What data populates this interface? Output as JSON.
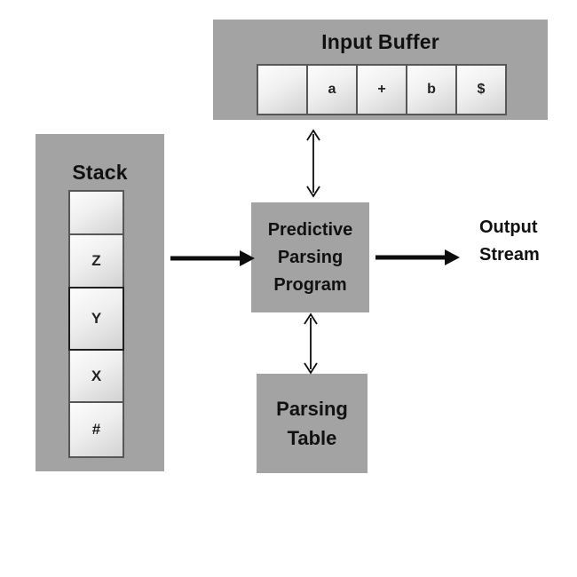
{
  "input_buffer": {
    "title": "Input Buffer",
    "cells": [
      "",
      "a",
      "+",
      "b",
      "$"
    ]
  },
  "stack": {
    "title": "Stack",
    "cells": [
      "",
      "Z",
      "Y",
      "X",
      "#"
    ]
  },
  "program": {
    "lines": [
      "Predictive",
      "Parsing",
      "Program"
    ]
  },
  "parsing_table": {
    "lines": [
      "Parsing",
      "Table"
    ]
  },
  "output": {
    "lines": [
      "Output",
      "Stream"
    ]
  },
  "colors": {
    "panel_gray": "#a3a3a3",
    "cell_border": "#575757",
    "highlight_cell_border": "#1f1f1f",
    "arrow_black": "#0d0d0d",
    "cell_gradient_light": "#fdfdfd",
    "cell_gradient_dark": "#d2d2d2",
    "text_black": "#111111"
  }
}
